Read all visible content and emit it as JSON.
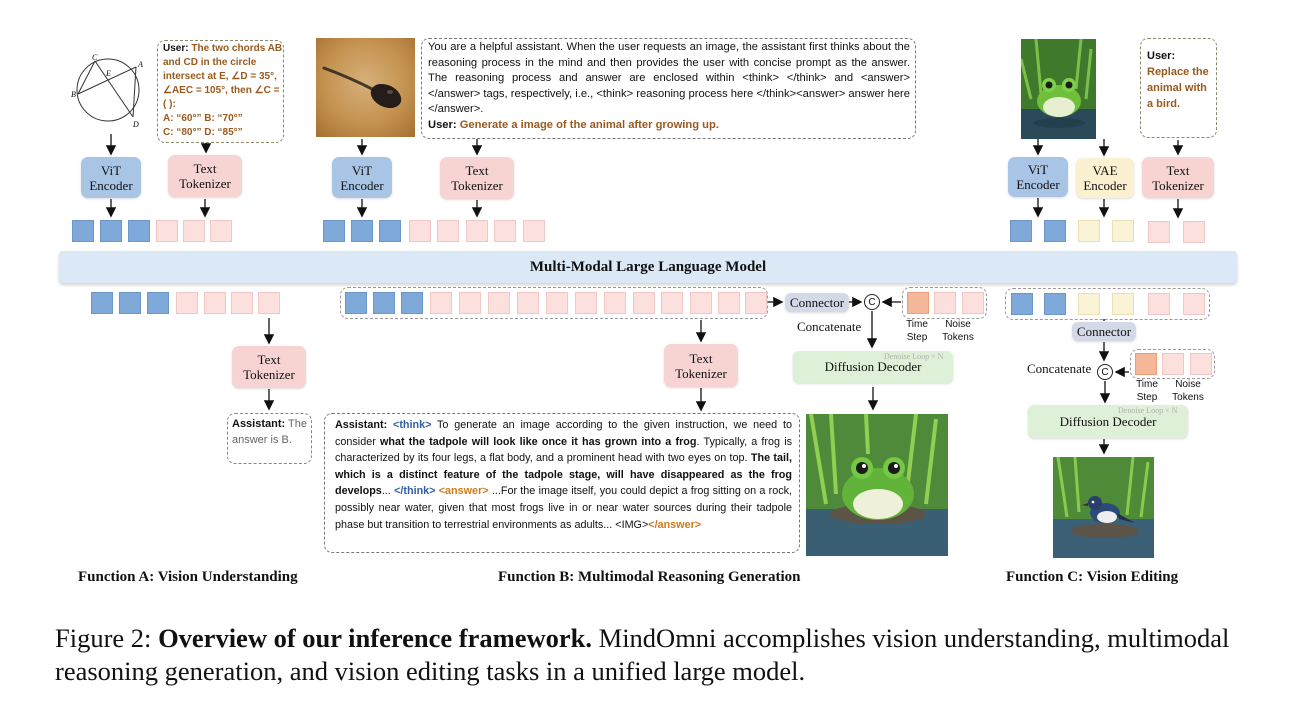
{
  "mllm": {
    "label": "Multi-Modal Large Language Model"
  },
  "function_a": {
    "title": "Function A: Vision Understanding",
    "geometry_labels": [
      "C",
      "E",
      "A",
      "B",
      "D"
    ],
    "user_prefix": "User:",
    "user_text": "The two chords AB and CD in the circle intersect at E, ∠D = 35°, ∠AEC = 105°, then ∠C = ( ):",
    "options_1": "A: “60°” B: “70°”",
    "options_2": "C: “80°” D: “85°”",
    "vit": "ViT\nEncoder",
    "text_tok": "Text\nTokenizer",
    "text_tok_out": "Text\nTokenizer",
    "assistant_prefix": "Assistant:",
    "assistant_text": "The answer is B."
  },
  "function_b": {
    "title": "Function B: Multimodal Reasoning Generation",
    "system_prompt": "You are a helpful assistant. When the user requests an image, the assistant first thinks about the reasoning process in the mind and then provides the user with concise prompt as the answer. The reasoning process and answer are enclosed within <think> </think> and <answer> </answer> tags, respectively, i.e., <think> reasoning process here </think><answer> answer here </answer>.",
    "user_prefix": "User:",
    "user_text": "Generate a image of the animal after growing up.",
    "vit": "ViT\nEncoder",
    "text_tok": "Text\nTokenizer",
    "text_tok_out": "Text\nTokenizer",
    "connector": "Connector",
    "concatenate": "Concatenate",
    "time_step": "Time\nStep",
    "noise_tokens": "Noise\nTokens",
    "decoder": "Diffusion Decoder",
    "denoise": "Denoise Loop × N",
    "assistant_prefix": "Assistant:",
    "think_open": "<think>",
    "a1": "To generate an image according to the given instruction, we need to consider",
    "b1": "what the tadpole will look like once it has grown into a frog",
    "a2": ". Typically, a frog is characterized by its four legs, a flat body, and a prominent head with two eyes on top.",
    "b2": "The tail, which is a distinct feature of the tadpole stage, will have disappeared as the frog develops",
    "a3": "...",
    "think_close": "</think>",
    "answer_open": "<answer>",
    "a4": "...For the image itself, you could depict a frog sitting on a rock, possibly near water, given that most frogs live in or near water sources during their tadpole phase but transition to terrestrial environments as adults... <IMG>",
    "answer_close": "</answer>"
  },
  "function_c": {
    "title": "Function C: Vision Editing",
    "user_prefix": "User:",
    "user_text": "Replace the animal with a bird.",
    "vit": "ViT\nEncoder",
    "vae": "VAE\nEncoder",
    "text_tok": "Text\nTokenizer",
    "connector": "Connector",
    "concatenate": "Concatenate",
    "time_step": "Time\nStep",
    "noise_tokens": "Noise\nTokens",
    "decoder": "Diffusion Decoder",
    "denoise": "Denoise Loop × N"
  },
  "caption": {
    "prefix": "Figure 2:",
    "bold": "Overview of our inference framework.",
    "rest": "MindOmni accomplishes vision understanding, multimodal reasoning generation, and vision editing tasks in a unified large model."
  },
  "colors": {
    "vision_token": "#7fa9d8",
    "text_token": "#fbe0de",
    "vae_token": "#fbf3d6",
    "noise_token": "#f5b799",
    "mllm_bar": "#dbe8f6",
    "user_text": "#9a5a1e",
    "think_tag": "#2f5fa7",
    "answer_tag": "#d07a1a"
  }
}
